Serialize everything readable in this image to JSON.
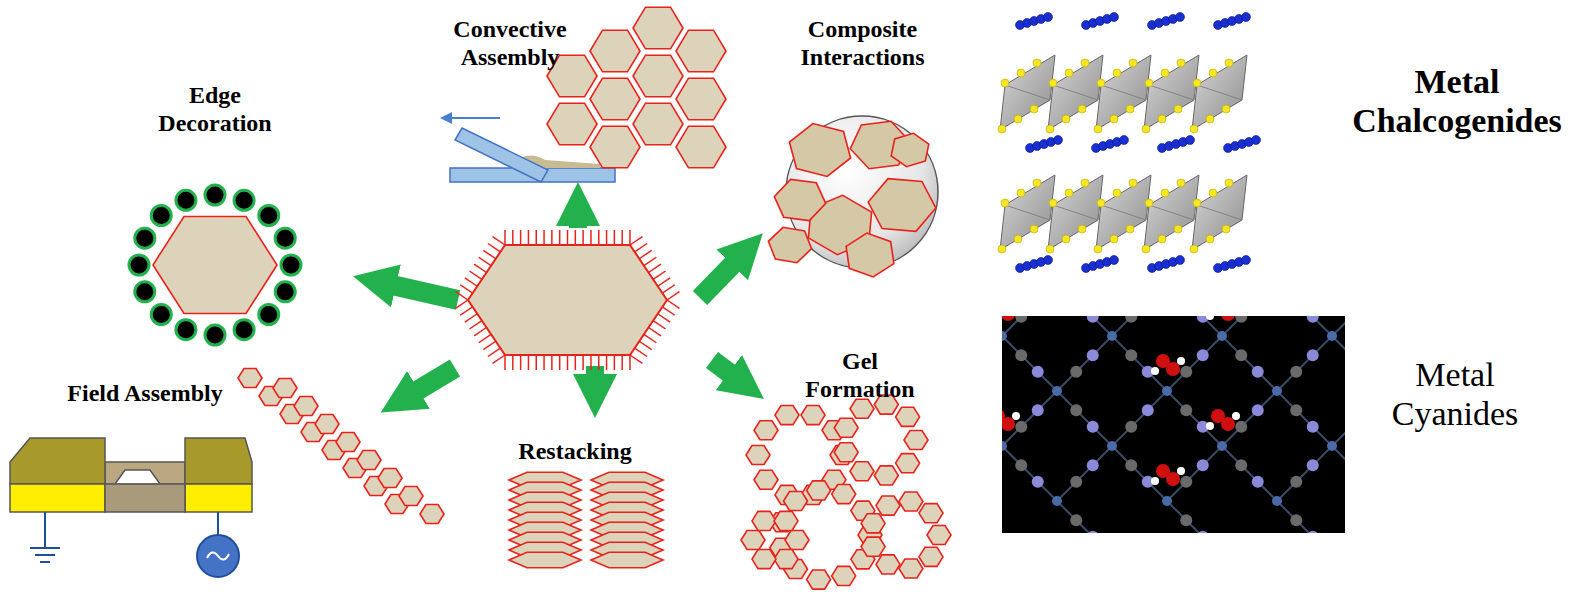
{
  "diagram": {
    "labels": [
      "Edge Decoration",
      "Convective Assembly",
      "Composite Interactions",
      "Field Assembly",
      "Restacking",
      "Gel Formation",
      "Metal Chalcogenides",
      "Metal Cyanides"
    ]
  }
}
